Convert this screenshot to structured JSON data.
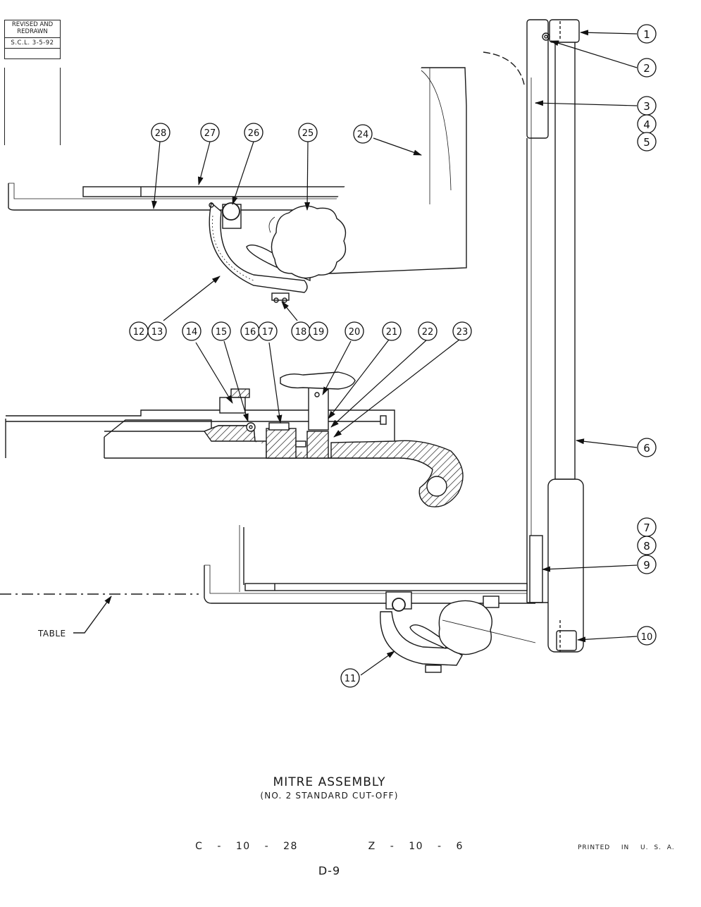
{
  "revision_block": {
    "line1": "REVISED AND",
    "line2": "REDRAWN",
    "stamp": "S.C.L. 3-5-92"
  },
  "callouts": [
    "1",
    "2",
    "3",
    "4",
    "5",
    "6",
    "7",
    "8",
    "9",
    "10",
    "11",
    "12",
    "13",
    "14",
    "15",
    "16",
    "17",
    "18",
    "19",
    "20",
    "21",
    "22",
    "23",
    "24",
    "25",
    "26",
    "27",
    "28"
  ],
  "labels": {
    "table": "TABLE"
  },
  "title": {
    "main": "MITRE ASSEMBLY",
    "sub": "(NO. 2 STANDARD CUT-OFF)"
  },
  "drawing_numbers": "C - 10 - 28     Z - 10 - 6",
  "printed": "PRINTED  IN  U. S. A.",
  "page_number": "D-9"
}
